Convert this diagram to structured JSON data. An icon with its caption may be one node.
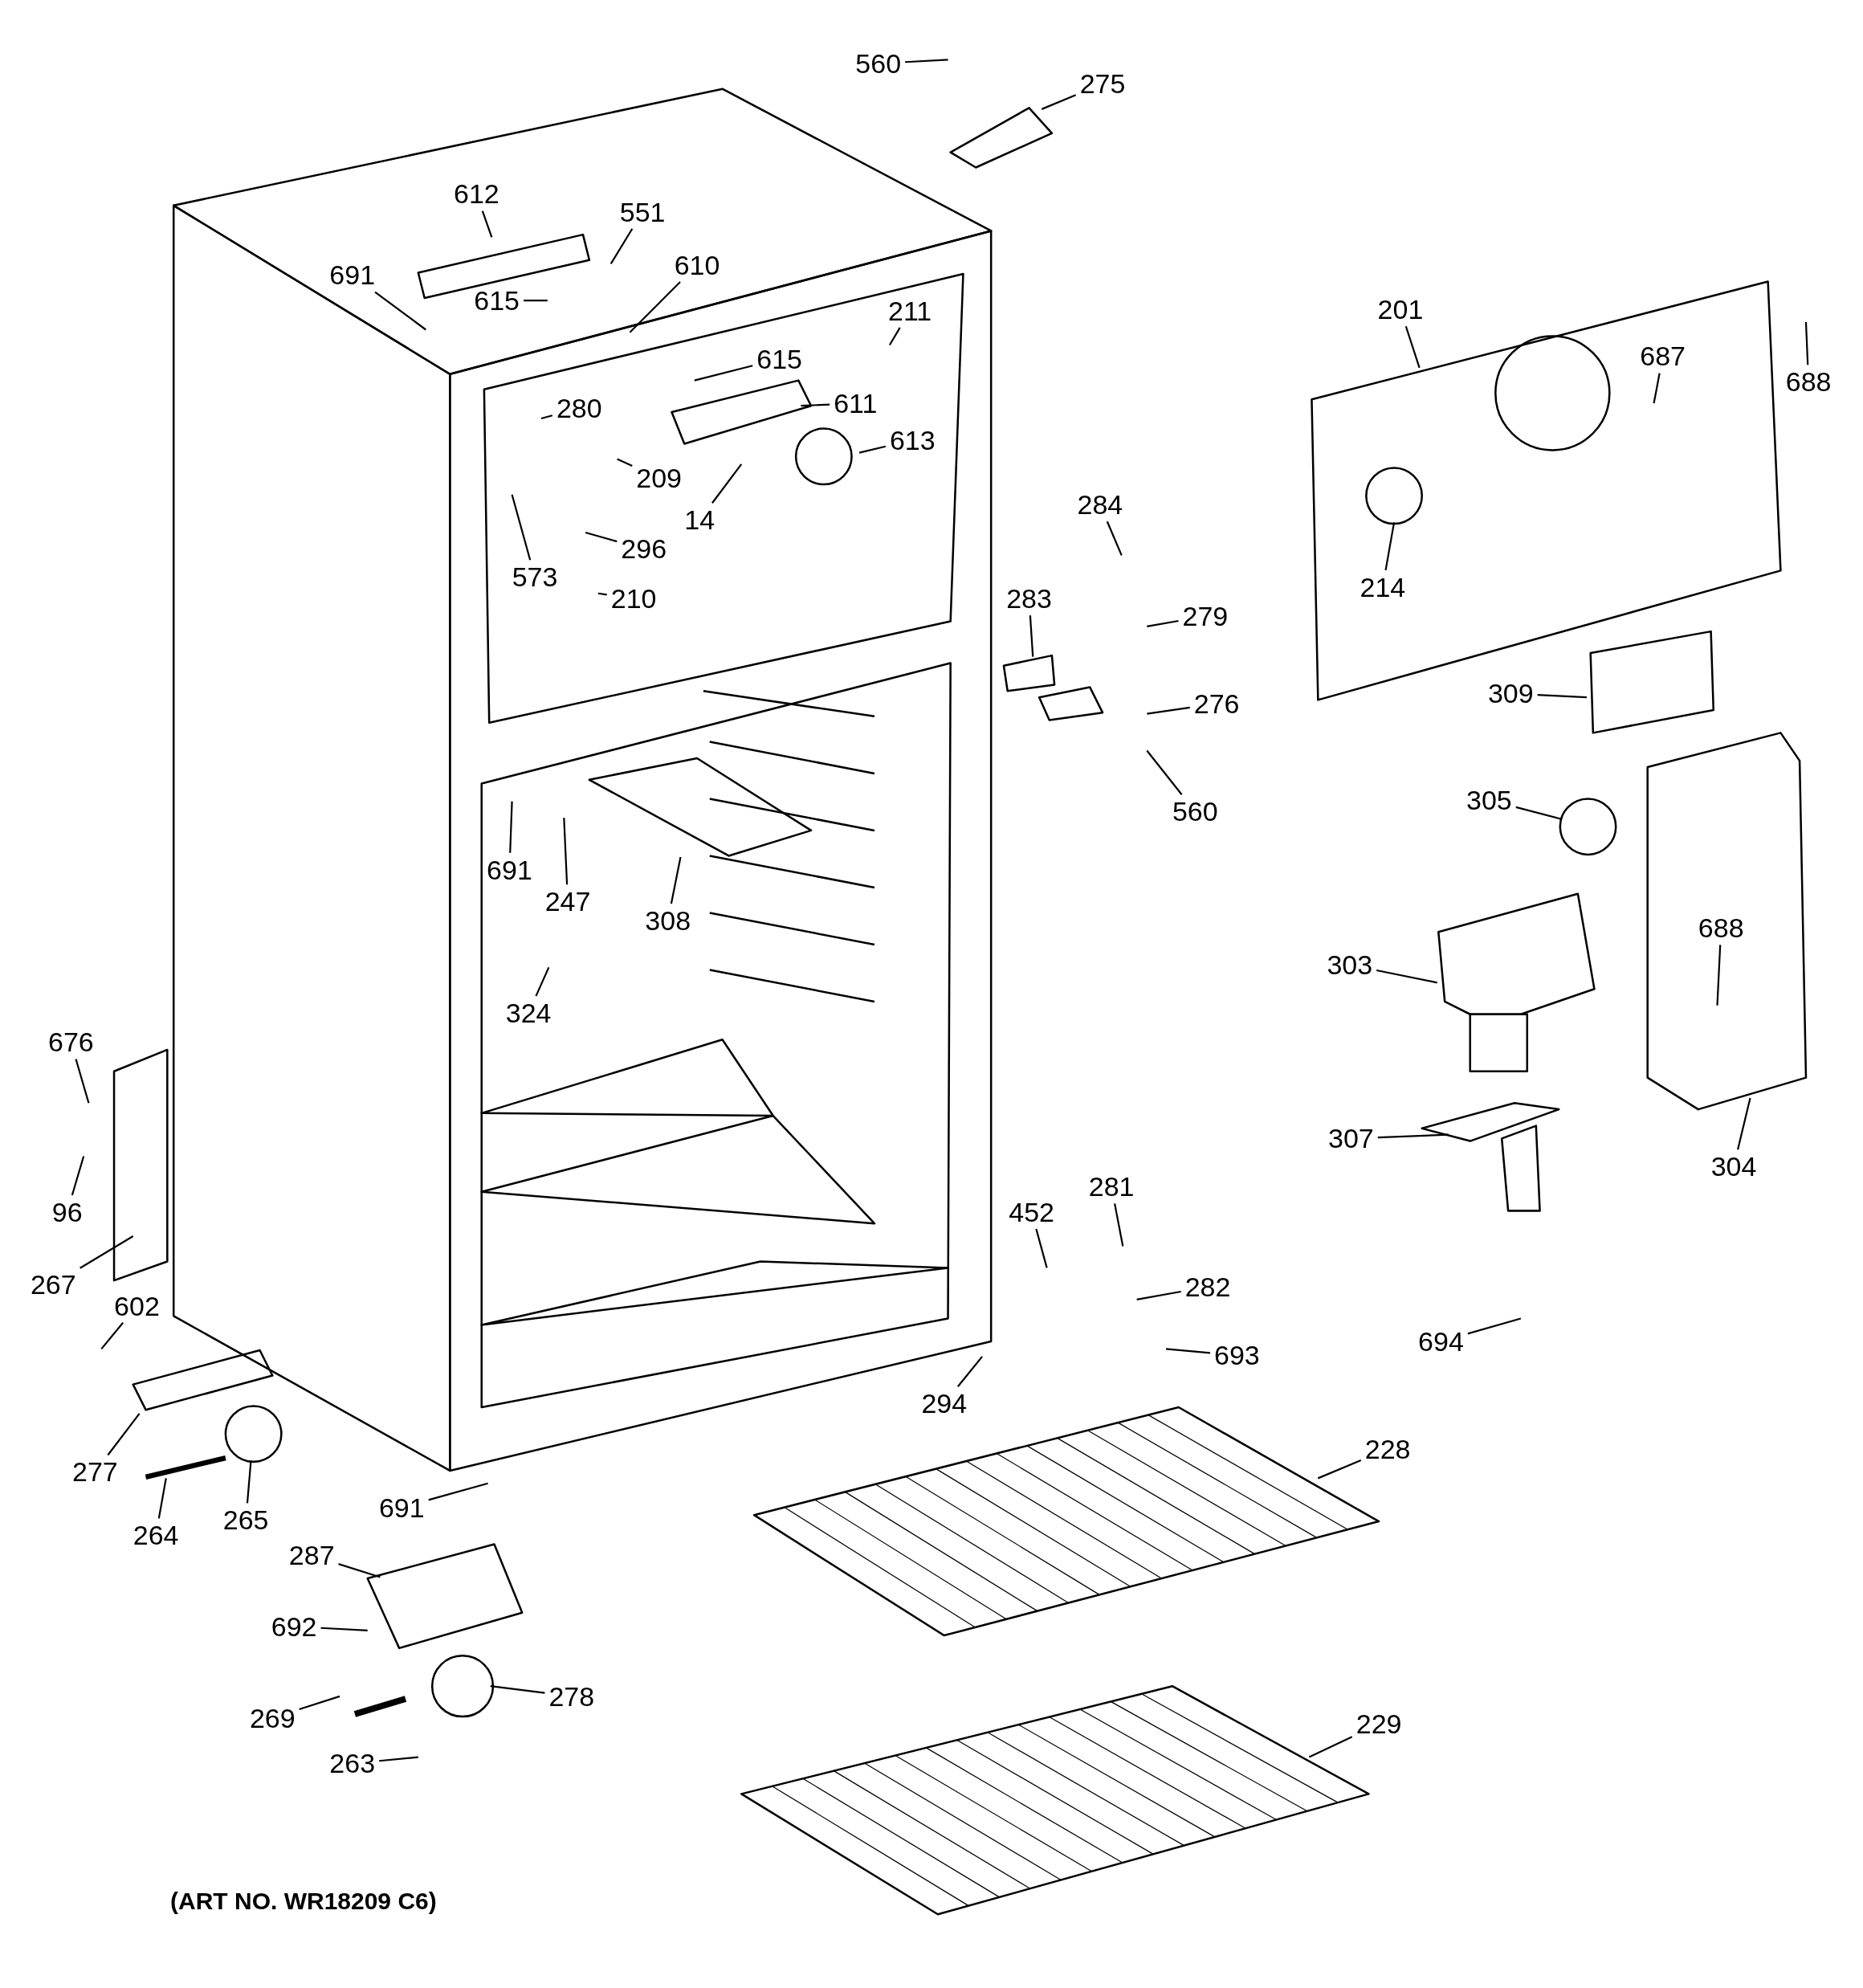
{
  "diagram": {
    "caption": "(ART NO. WR18209 C6)",
    "nodes": [
      {
        "text": [
          "560"
        ]
      },
      {
        "text": [
          "275"
        ]
      },
      {
        "text": [
          "612"
        ]
      },
      {
        "text": [
          "551"
        ]
      },
      {
        "text": [
          "610"
        ]
      },
      {
        "text": [
          "691"
        ]
      },
      {
        "text": [
          "615"
        ]
      },
      {
        "text": [
          "211"
        ]
      },
      {
        "text": [
          "615"
        ]
      },
      {
        "text": [
          "280"
        ]
      },
      {
        "text": [
          "611"
        ]
      },
      {
        "text": [
          "613"
        ]
      },
      {
        "text": [
          "209"
        ]
      },
      {
        "text": [
          "14"
        ]
      },
      {
        "text": [
          "573"
        ]
      },
      {
        "text": [
          "296"
        ]
      },
      {
        "text": [
          "210"
        ]
      },
      {
        "text": [
          "201"
        ]
      },
      {
        "text": [
          "687"
        ]
      },
      {
        "text": [
          "688"
        ]
      },
      {
        "text": [
          "214"
        ]
      },
      {
        "text": [
          "284"
        ]
      },
      {
        "text": [
          "283"
        ]
      },
      {
        "text": [
          "279"
        ]
      },
      {
        "text": [
          "276"
        ]
      },
      {
        "text": [
          "560"
        ]
      },
      {
        "text": [
          "309"
        ]
      },
      {
        "text": [
          "305"
        ]
      },
      {
        "text": [
          "691"
        ]
      },
      {
        "text": [
          "247"
        ]
      },
      {
        "text": [
          "308"
        ]
      },
      {
        "text": [
          "688"
        ]
      },
      {
        "text": [
          "303"
        ]
      },
      {
        "text": [
          "324"
        ]
      },
      {
        "text": [
          "676"
        ]
      },
      {
        "text": [
          "96"
        ]
      },
      {
        "text": [
          "307"
        ]
      },
      {
        "text": [
          "304"
        ]
      },
      {
        "text": [
          "281"
        ]
      },
      {
        "text": [
          "452"
        ]
      },
      {
        "text": [
          "267"
        ]
      },
      {
        "text": [
          "282"
        ]
      },
      {
        "text": [
          "602"
        ]
      },
      {
        "text": [
          "693"
        ]
      },
      {
        "text": [
          "694"
        ]
      },
      {
        "text": [
          "294"
        ]
      },
      {
        "text": [
          "228"
        ]
      },
      {
        "text": [
          "277"
        ]
      },
      {
        "text": [
          "691"
        ]
      },
      {
        "text": [
          "264"
        ]
      },
      {
        "text": [
          "265"
        ]
      },
      {
        "text": [
          "287"
        ]
      },
      {
        "text": [
          "692"
        ]
      },
      {
        "text": [
          "229"
        ]
      },
      {
        "text": [
          "278"
        ]
      },
      {
        "text": [
          "269"
        ]
      },
      {
        "text": [
          "263"
        ]
      }
    ],
    "edges": [
      {
        "from": 0,
        "to": null,
        "arrow": "none"
      },
      {
        "from": 1,
        "to": null,
        "arrow": "none"
      },
      {
        "from": 2,
        "to": null,
        "arrow": "none"
      },
      {
        "from": 3,
        "to": null,
        "arrow": "none"
      },
      {
        "from": 4,
        "to": null,
        "arrow": "none"
      },
      {
        "from": 5,
        "to": null,
        "arrow": "none"
      },
      {
        "from": 6,
        "to": null,
        "arrow": "none"
      },
      {
        "from": 7,
        "to": null,
        "arrow": "none"
      },
      {
        "from": 8,
        "to": null,
        "arrow": "none"
      },
      {
        "from": 9,
        "to": null,
        "arrow": "none"
      },
      {
        "from": 10,
        "to": null,
        "arrow": "none"
      },
      {
        "from": 11,
        "to": null,
        "arrow": "none"
      },
      {
        "from": 12,
        "to": null,
        "arrow": "none"
      },
      {
        "from": 13,
        "to": null,
        "arrow": "none"
      },
      {
        "from": 14,
        "to": null,
        "arrow": "none"
      },
      {
        "from": 15,
        "to": null,
        "arrow": "none"
      },
      {
        "from": 16,
        "to": null,
        "arrow": "none"
      },
      {
        "from": 17,
        "to": null,
        "arrow": "none"
      },
      {
        "from": 18,
        "to": null,
        "arrow": "none"
      },
      {
        "from": 19,
        "to": null,
        "arrow": "none"
      },
      {
        "from": 20,
        "to": null,
        "arrow": "none"
      },
      {
        "from": 21,
        "to": null,
        "arrow": "none"
      },
      {
        "from": 22,
        "to": null,
        "arrow": "none"
      },
      {
        "from": 23,
        "to": null,
        "arrow": "none"
      },
      {
        "from": 24,
        "to": null,
        "arrow": "none"
      },
      {
        "from": 25,
        "to": null,
        "arrow": "none"
      },
      {
        "from": 26,
        "to": null,
        "arrow": "none"
      },
      {
        "from": 27,
        "to": null,
        "arrow": "none"
      },
      {
        "from": 28,
        "to": null,
        "arrow": "none"
      },
      {
        "from": 29,
        "to": null,
        "arrow": "none"
      },
      {
        "from": 30,
        "to": null,
        "arrow": "none"
      },
      {
        "from": 31,
        "to": null,
        "arrow": "none"
      },
      {
        "from": 32,
        "to": null,
        "arrow": "none"
      },
      {
        "from": 33,
        "to": null,
        "arrow": "none"
      },
      {
        "from": 34,
        "to": null,
        "arrow": "none"
      },
      {
        "from": 35,
        "to": null,
        "arrow": "none"
      },
      {
        "from": 36,
        "to": null,
        "arrow": "none"
      },
      {
        "from": 37,
        "to": null,
        "arrow": "none"
      },
      {
        "from": 38,
        "to": null,
        "arrow": "none"
      },
      {
        "from": 39,
        "to": null,
        "arrow": "none"
      },
      {
        "from": 40,
        "to": null,
        "arrow": "none"
      },
      {
        "from": 41,
        "to": null,
        "arrow": "none"
      },
      {
        "from": 42,
        "to": null,
        "arrow": "none"
      },
      {
        "from": 43,
        "to": null,
        "arrow": "none"
      },
      {
        "from": 44,
        "to": null,
        "arrow": "none"
      },
      {
        "from": 45,
        "to": null,
        "arrow": "none"
      },
      {
        "from": 46,
        "to": null,
        "arrow": "none"
      },
      {
        "from": 47,
        "to": null,
        "arrow": "none"
      },
      {
        "from": 48,
        "to": null,
        "arrow": "none"
      },
      {
        "from": 49,
        "to": null,
        "arrow": "none"
      },
      {
        "from": 50,
        "to": null,
        "arrow": "none"
      },
      {
        "from": 51,
        "to": null,
        "arrow": "none"
      },
      {
        "from": 52,
        "to": null,
        "arrow": "none"
      },
      {
        "from": 53,
        "to": null,
        "arrow": "none"
      },
      {
        "from": 54,
        "to": null,
        "arrow": "none"
      },
      {
        "from": 55,
        "to": null,
        "arrow": "none"
      },
      {
        "from": 56,
        "to": null,
        "arrow": "none"
      }
    ]
  }
}
